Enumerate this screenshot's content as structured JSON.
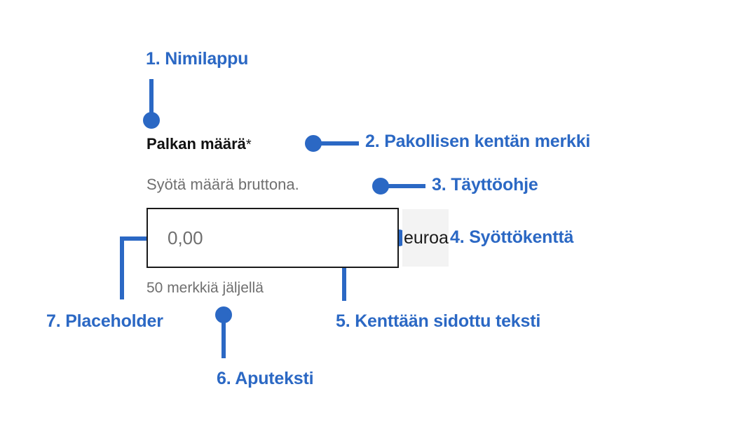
{
  "colors": {
    "accent": "#2b68c4",
    "label_text": "#111111",
    "muted_text": "#6f6f6f",
    "field_border": "#1a1a1a",
    "suffix_bg": "#f3f3f3",
    "page_bg": "#ffffff"
  },
  "form": {
    "label": "Palkan määrä",
    "required_marker": "*",
    "hint": "Syötä määrä bruttona.",
    "input_placeholder": "0,00",
    "input_value": "",
    "suffix": "euroa",
    "counter": "50 merkkiä jäljellä"
  },
  "annotations": [
    {
      "id": 1,
      "label": "1. Nimilappu"
    },
    {
      "id": 2,
      "label": "2. Pakollisen kentän merkki"
    },
    {
      "id": 3,
      "label": "3. Täyttöohje"
    },
    {
      "id": 4,
      "label": "4. Syöttökenttä"
    },
    {
      "id": 5,
      "label": "5. Kenttään sidottu teksti"
    },
    {
      "id": 6,
      "label": "6. Aputeksti"
    },
    {
      "id": 7,
      "label": "7. Placeholder"
    }
  ]
}
